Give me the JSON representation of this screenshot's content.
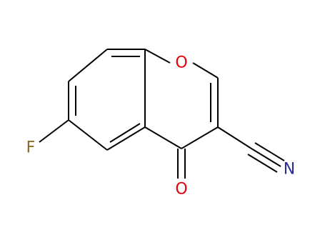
{
  "molecule": {
    "atoms": {
      "oxygen_ring": {
        "symbol": "O",
        "color": "#e8000b"
      },
      "oxygen_carbonyl": {
        "symbol": "O",
        "color": "#e8000b"
      },
      "fluorine": {
        "symbol": "F",
        "color": "#8b6a2a"
      },
      "nitrogen": {
        "symbol": "N",
        "color": "#2b2b9a"
      }
    },
    "bond_color": "#000000"
  }
}
